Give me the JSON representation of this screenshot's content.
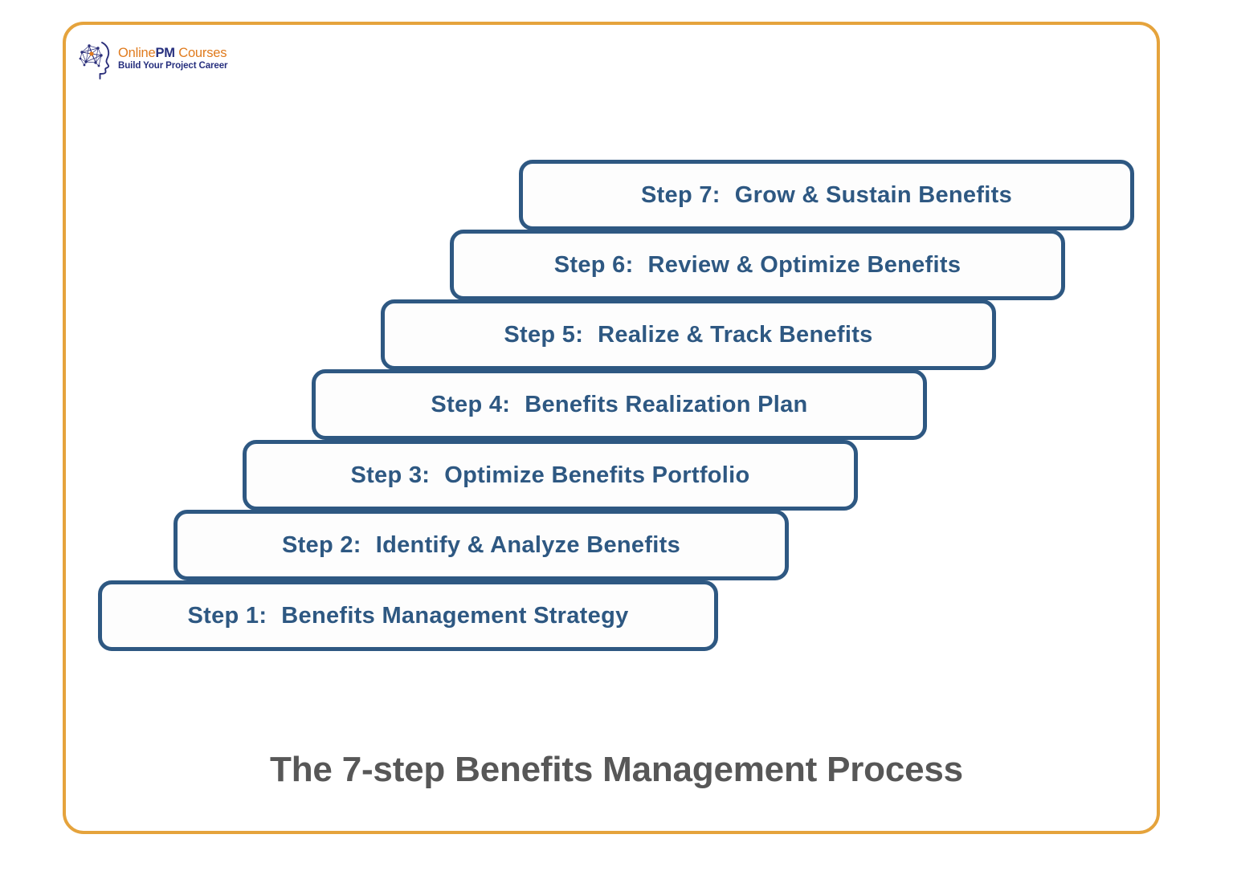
{
  "page": {
    "background_color": "#ffffff",
    "frame_border_color": "#e5a33c"
  },
  "logo": {
    "name": "online-pm-courses-logo",
    "word1": "Online",
    "word2": "PM",
    "word3": " Courses",
    "tagline": "Build Your Project Career",
    "colors": {
      "orange": "#e07b1e",
      "navy": "#262f7e"
    },
    "mark": "head-profile-network-icon"
  },
  "diagram": {
    "title": "The 7-step Benefits Management Process",
    "title_color": "#575757",
    "box_color": "#2e5882",
    "steps": [
      {
        "id": "step-7",
        "number": "Step 7:",
        "label": "Grow & Sustain Benefits"
      },
      {
        "id": "step-6",
        "number": "Step 6:",
        "label": "Review & Optimize Benefits"
      },
      {
        "id": "step-5",
        "number": "Step 5:",
        "label": "Realize & Track Benefits"
      },
      {
        "id": "step-4",
        "number": "Step 4:",
        "label": "Benefits Realization Plan"
      },
      {
        "id": "step-3",
        "number": "Step 3:",
        "label": "Optimize Benefits Portfolio"
      },
      {
        "id": "step-2",
        "number": "Step 2:",
        "label": "Identify & Analyze Benefits"
      },
      {
        "id": "step-1",
        "number": "Step 1:",
        "label": "Benefits Management Strategy"
      }
    ]
  }
}
